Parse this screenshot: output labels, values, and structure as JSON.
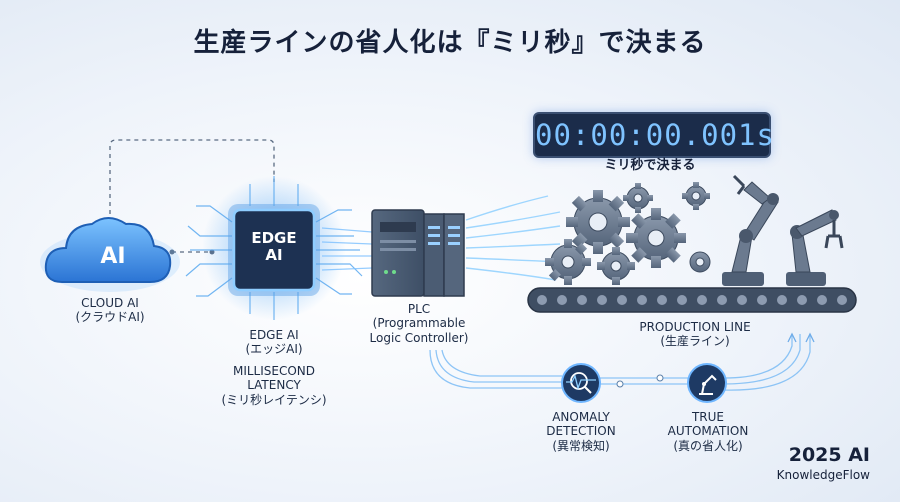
{
  "title": "生産ラインの省人化は『ミリ秒』で決まる",
  "timer": {
    "display": "00:00:00.001s",
    "caption": "ミリ秒で決まる"
  },
  "cloud": {
    "icon_text": "AI",
    "label_en": "CLOUD AI",
    "label_jp": "(クラウドAI)"
  },
  "edge": {
    "chip_line1": "EDGE",
    "chip_line2": "AI",
    "label_en": "EDGE AI",
    "label_jp": "(エッジAI)"
  },
  "latency": {
    "line1": "MILLISECOND",
    "line2": "LATENCY",
    "line3": "(ミリ秒レイテンシ)"
  },
  "plc": {
    "line1": "PLC",
    "line2": "(Programmable",
    "line3": "Logic Controller)"
  },
  "production": {
    "label_en": "PRODUCTION LINE",
    "label_jp": "(生産ライン)"
  },
  "anomaly": {
    "line1": "ANOMALY",
    "line2": "DETECTION",
    "line3": "(異常検知)",
    "icon": "pulse-magnifier-icon"
  },
  "automation": {
    "line1": "TRUE",
    "line2": "AUTOMATION",
    "line3": "(真の省人化)",
    "icon": "robot-arm-icon"
  },
  "brand": {
    "year": "2025 AI",
    "name": "KnowledgeFlow"
  },
  "colors": {
    "accent": "#2f7fd8",
    "dark_navy": "#1b2c4a",
    "glow": "#6fb6ff",
    "steel": "#5f6f84"
  }
}
